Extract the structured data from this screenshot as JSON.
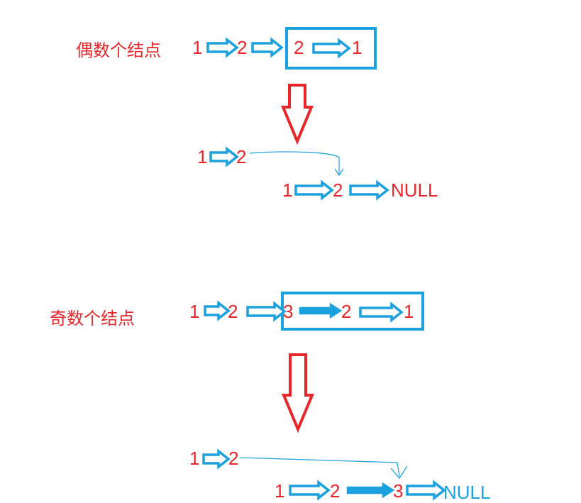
{
  "colors": {
    "label_red": "#e8262a",
    "arrow_blue": "#1aa1de",
    "connector_blue": "#1aa1de",
    "big_arrow_red": "#e8262a",
    "big_arrow_fill": "#ffffff"
  },
  "even_section": {
    "heading": "偶数个结点",
    "top_row": [
      "1",
      "2",
      "2",
      "1"
    ],
    "result_first": [
      "1",
      "2"
    ],
    "result_second": [
      "1",
      "2"
    ],
    "null_label": "NULL"
  },
  "odd_section": {
    "heading": "奇数个结点",
    "top_row": [
      "1",
      "2",
      "3",
      "2",
      "1"
    ],
    "result_first": [
      "1",
      "2"
    ],
    "result_second": [
      "1",
      "2",
      "3"
    ],
    "null_label": "NULL"
  }
}
